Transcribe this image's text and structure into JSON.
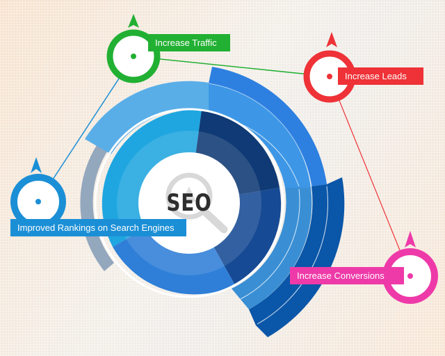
{
  "center": {
    "title": "SEO",
    "icon": "magnifier-icon"
  },
  "markers": [
    {
      "id": "traffic",
      "label": "Increase Traffic",
      "color": "#22b033"
    },
    {
      "id": "leads",
      "label": "Increase Leads",
      "color": "#ee3237"
    },
    {
      "id": "rankings",
      "label": "Improved Rankings on Search Engines",
      "color": "#1b8fd6"
    },
    {
      "id": "conversions",
      "label": "Increase Conversions",
      "color": "#ee3aa8"
    }
  ],
  "colors": {
    "background": "#f8e7d6",
    "inner_cyan": "#1fa6e0",
    "inner_navy": "#0f3a75",
    "inner_dark_blue": "#174a94",
    "inner_blue": "#2f7fd8",
    "outer_light_blue": "#5aaee8",
    "outer_blue": "#2d80e0",
    "outer_deep_blue": "#0a56a8",
    "gray_arc": "#93a7bd"
  }
}
